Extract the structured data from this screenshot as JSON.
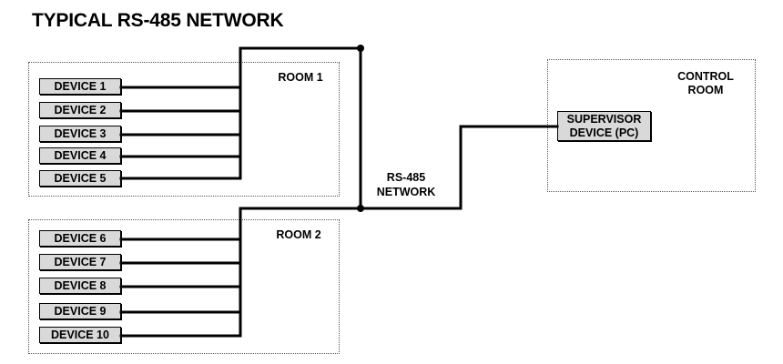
{
  "title": "TYPICAL RS-485 NETWORK",
  "rooms": [
    {
      "label": "ROOM 1",
      "devices": [
        "DEVICE 1",
        "DEVICE 2",
        "DEVICE 3",
        "DEVICE 4",
        "DEVICE 5"
      ]
    },
    {
      "label": "ROOM 2",
      "devices": [
        "DEVICE 6",
        "DEVICE 7",
        "DEVICE 8",
        "DEVICE 9",
        "DEVICE 10"
      ]
    }
  ],
  "control_room": {
    "label_line1": "CONTROL",
    "label_line2": "ROOM",
    "supervisor_line1": "SUPERVISOR",
    "supervisor_line2": "DEVICE (PC)"
  },
  "network": {
    "label_line1": "RS-485",
    "label_line2": "NETWORK"
  }
}
